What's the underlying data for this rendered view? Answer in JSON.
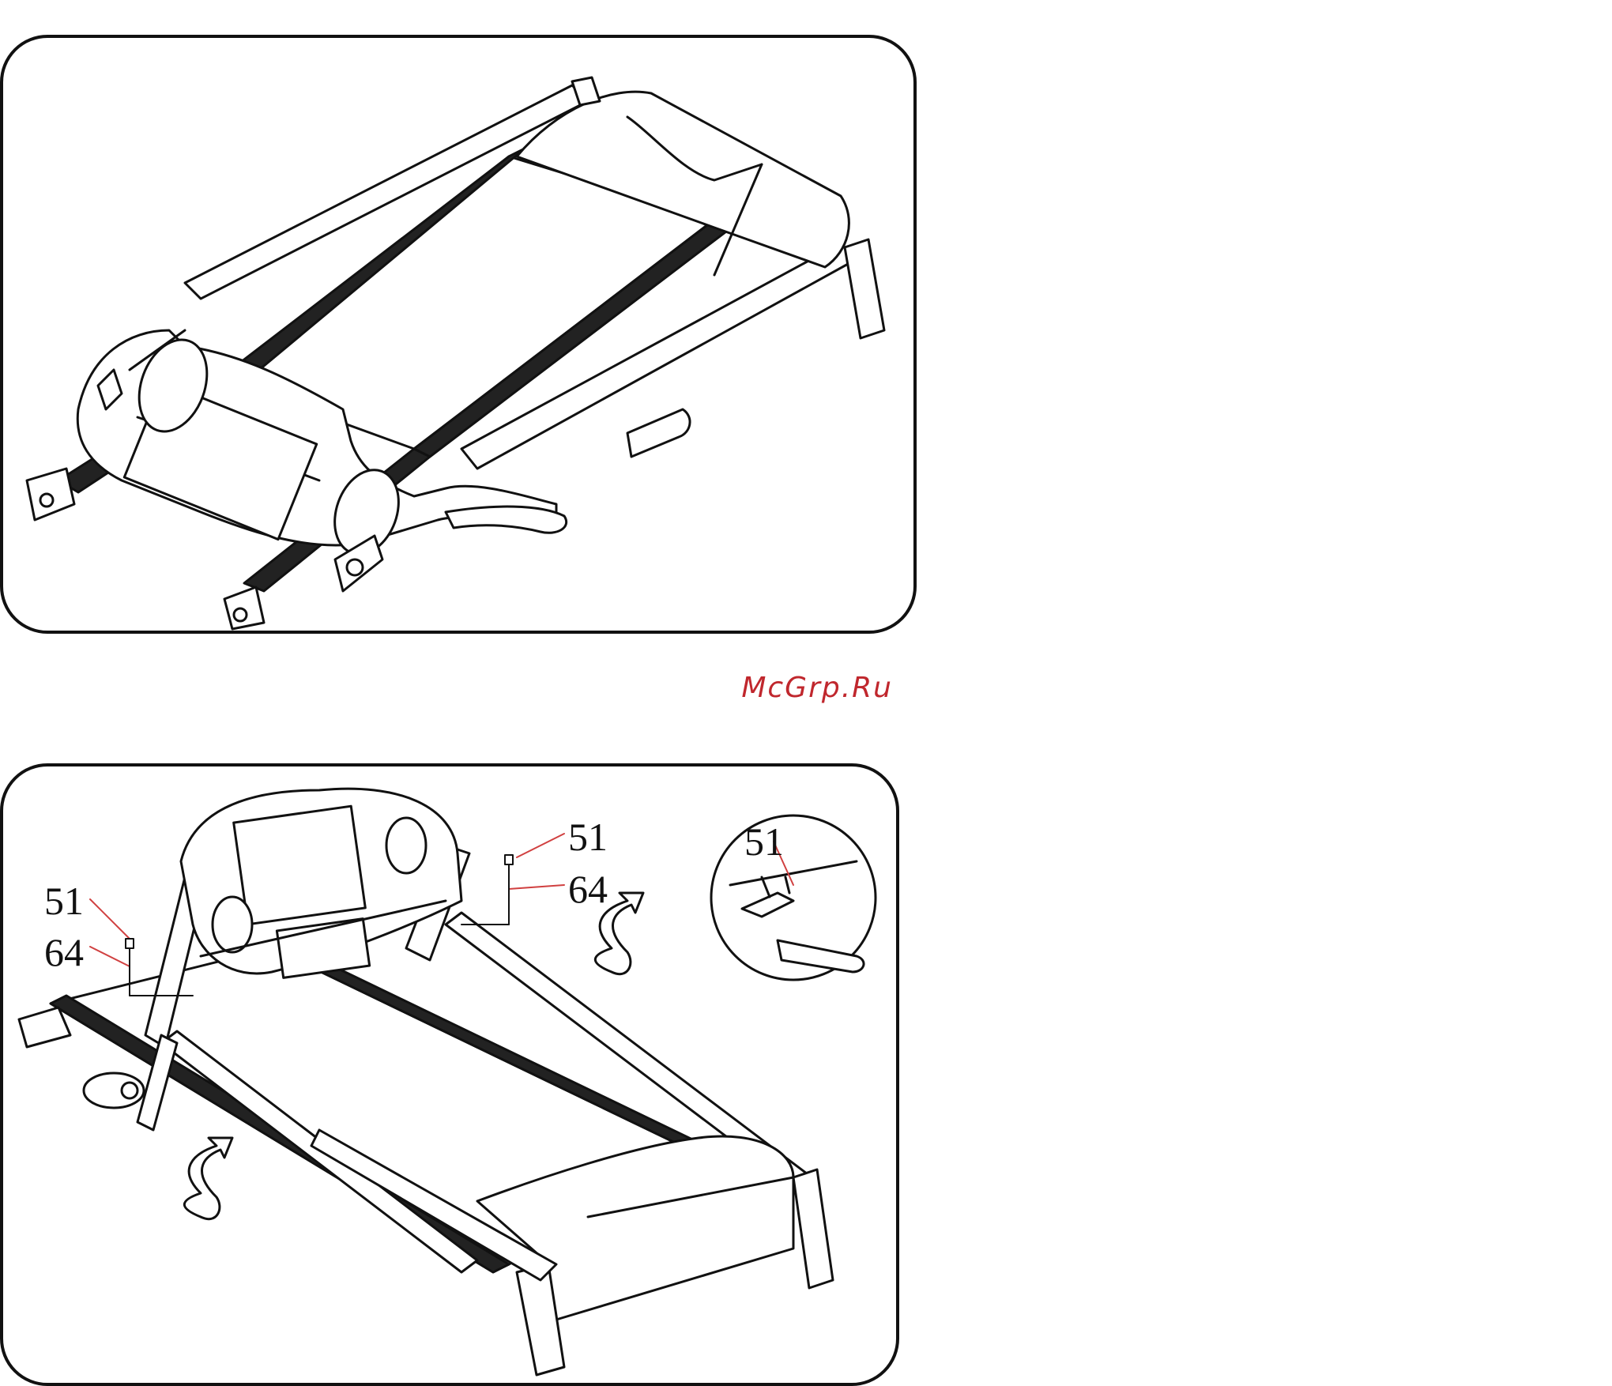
{
  "watermark": {
    "text": "McGrp.Ru",
    "color": "#c0272d"
  },
  "figure_bottom": {
    "callouts": {
      "left_bolt": "51",
      "left_washer": "64",
      "right_bolt": "51",
      "right_washer": "64",
      "detail_bolt": "51"
    },
    "leader_color": "#d04040"
  },
  "colors": {
    "line": "#111111",
    "belt": "#222222"
  }
}
